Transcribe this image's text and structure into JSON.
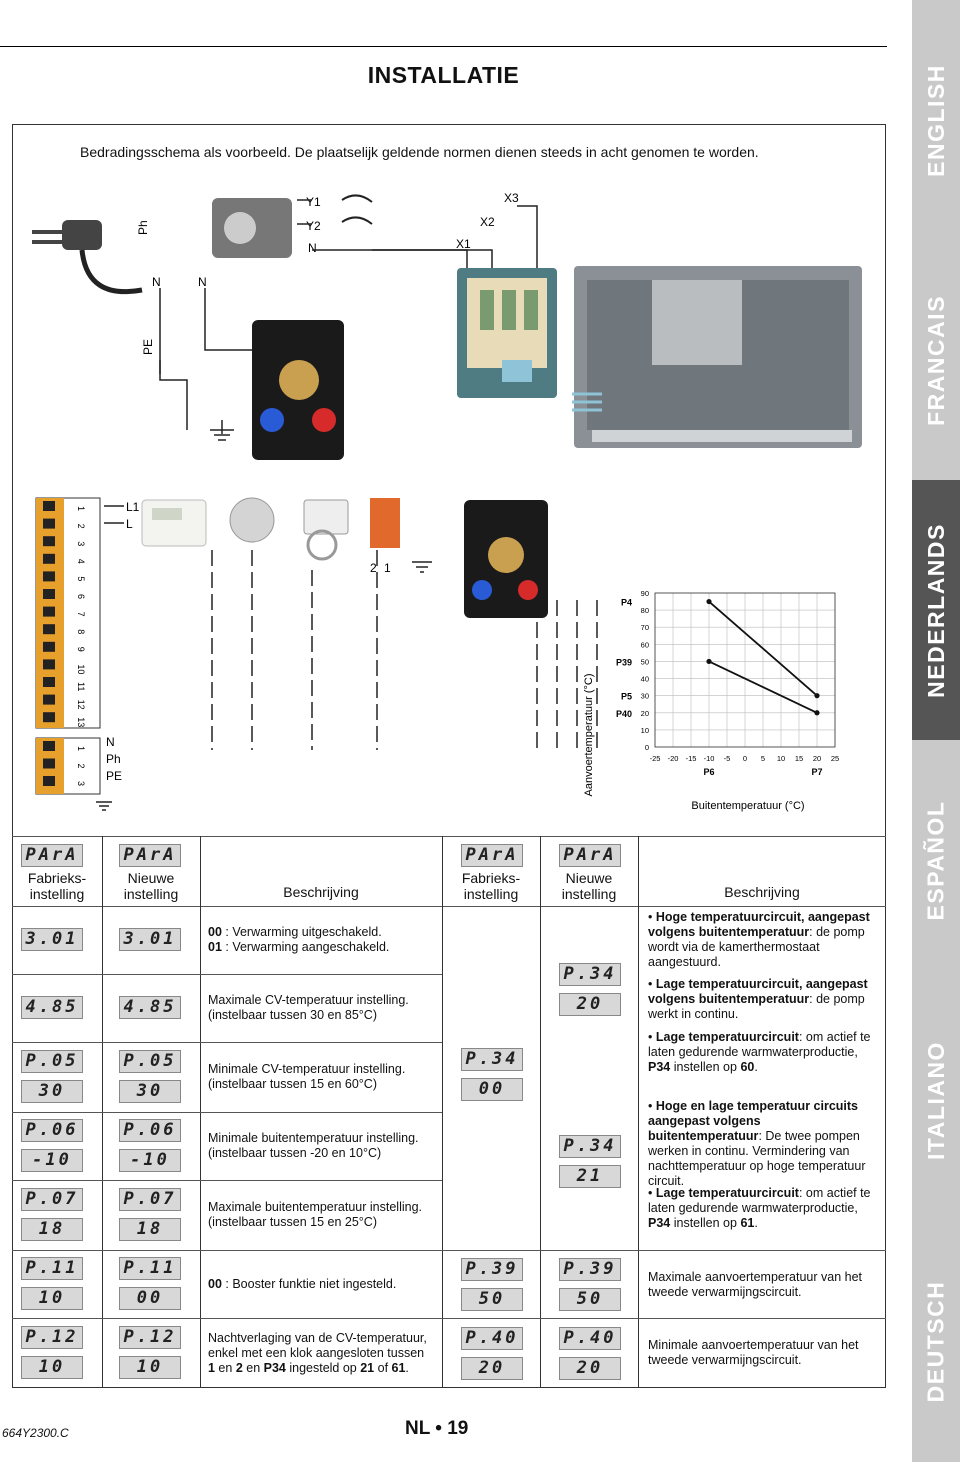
{
  "header": {
    "title": "INSTALLATIE",
    "intro": "Bedradingsschema als voorbeeld. De plaatselijk geldende normen dienen steeds in acht genomen te worden."
  },
  "sidebar": {
    "tabs": [
      "ENGLISH",
      "FRANCAIS",
      "NEDERLANDS",
      "ESPAÑOL",
      "ITALIANO",
      "DEUTSCH"
    ],
    "active": "NEDERLANDS"
  },
  "diagram": {
    "labels": {
      "ph": "Ph",
      "pe": "PE",
      "n1": "N",
      "n2": "N",
      "y1": "Y1",
      "y2": "Y2",
      "n3": "N",
      "x1": "X1",
      "x2": "X2",
      "x3": "X3",
      "l1": "L1",
      "l": "L",
      "two": "2",
      "one": "1"
    },
    "terminal_top": [
      "1",
      "2",
      "3",
      "4",
      "5",
      "6",
      "7",
      "8",
      "9",
      "10",
      "11",
      "12",
      "13"
    ],
    "terminal_bottom": [
      "1",
      "2",
      "3"
    ],
    "bottom_labels": [
      "N",
      "Ph",
      "PE"
    ]
  },
  "chart_data": {
    "type": "line",
    "xlabel": "Buitentemperatuur (°C)",
    "ylabel": "Aanvoertemperatuur (°C)",
    "x_ticks": [
      "-25",
      "-20",
      "-15",
      "-10",
      "-5",
      "0",
      "5",
      "10",
      "15",
      "20",
      "25"
    ],
    "y_ticks": [
      "0",
      "10",
      "20",
      "30",
      "40",
      "50",
      "60",
      "70",
      "80",
      "90"
    ],
    "xlim": [
      -25,
      25
    ],
    "ylim": [
      0,
      90
    ],
    "series": [
      {
        "x": [
          -10,
          20
        ],
        "y": [
          85,
          30
        ]
      },
      {
        "x": [
          -10,
          20
        ],
        "y": [
          50,
          20
        ]
      }
    ],
    "param_labels_y": [
      "P4",
      "P39",
      "P5",
      "P40"
    ],
    "param_labels_x": [
      "P6",
      "P7"
    ]
  },
  "table_left": {
    "headers": {
      "param": "PArA",
      "factory": "Fabrieks-\ninstelling",
      "new": "Nieuwe\ninstelling",
      "description": "Beschrijving"
    },
    "rows": [
      {
        "factory": [
          "3.01"
        ],
        "new": [
          "3.01"
        ],
        "desc_html": "<b>00</b> : Verwarming uitgeschakeld.<br><b>01</b> : Verwarming aangeschakeld."
      },
      {
        "factory": [
          "4.85"
        ],
        "new": [
          "4.85"
        ],
        "desc_html": "Maximale CV-temperatuur instelling.<br>(instelbaar tussen 30 en 85°C)"
      },
      {
        "factory": [
          "P.05",
          "30"
        ],
        "new": [
          "P.05",
          "30"
        ],
        "desc_html": "Minimale CV-temperatuur instelling.<br>(instelbaar tussen 15 en 60°C)"
      },
      {
        "factory": [
          "P.06",
          "-10"
        ],
        "new": [
          "P.06",
          "-10"
        ],
        "desc_html": "Minimale buitentemperatuur instelling.<br>(instelbaar tussen -20 en 10°C)"
      },
      {
        "factory": [
          "P.07",
          "18"
        ],
        "new": [
          "P.07",
          "18"
        ],
        "desc_html": "Maximale buitentemperatuur instelling.<br>(instelbaar tussen 15 en 25°C)"
      },
      {
        "factory": [
          "P.11",
          "10"
        ],
        "new": [
          "P.11",
          "00"
        ],
        "desc_html": "<b>00</b> : Booster funktie niet ingesteld."
      },
      {
        "factory": [
          "P.12",
          "10"
        ],
        "new": [
          "P.12",
          "10"
        ],
        "desc_html": "Nachtverlaging van de CV-temperatuur,<br>enkel met een klok aangesloten tussen<br><b>1</b> en <b>2</b> en <b>P34</b> ingesteld op <b>21</b> of <b>61</b>."
      }
    ]
  },
  "table_right": {
    "headers": {
      "param": "PArA",
      "factory": "Fabrieks-\ninstelling",
      "new": "Nieuwe\ninstelling",
      "description": "Beschrijving"
    },
    "desc_blocks": [
      "• <b>Hoge temperatuurcircuit, aangepast volgens buitentemperatuur</b>: de pomp wordt via de kamerthermostaat aangestuurd.",
      "• <b>Lage temperatuurcircuit, aangepast volgens buitentemperatuur</b>: de pomp werkt in continu.",
      "• <b>Lage temperatuurcircuit</b>: om actief te laten gedurende warmwaterproductie, <b>P34</b> instellen op <b>60</b>.",
      "• <b>Hoge en lage temperatuur circuits aangepast volgens buitentemperatuur</b>: De twee pompen werken in continu. Vermindering van nachttemperatuur op hoge temperatuur circuit.",
      "• <b>Lage temperatuurcircuit</b>: om actief te laten gedurende warmwaterproductie, <b>P34</b> instellen op <b>61</b>.",
      "Maximale aanvoertemperatuur van het tweede verwarmijngscircuit.",
      "Minimale aanvoertemperatuur van het tweede verwarmijngscircuit."
    ],
    "p34_factory": [
      "P.34",
      "00"
    ],
    "p34_new_a": [
      "P.34",
      "20"
    ],
    "p34_new_b": [
      "P.34",
      "21"
    ],
    "p39": {
      "factory": [
        "P.39",
        "50"
      ],
      "new": [
        "P.39",
        "50"
      ]
    },
    "p40": {
      "factory": [
        "P.40",
        "20"
      ],
      "new": [
        "P.40",
        "20"
      ]
    }
  },
  "footer": {
    "code": "664Y2300.C",
    "page": "NL • 19"
  }
}
